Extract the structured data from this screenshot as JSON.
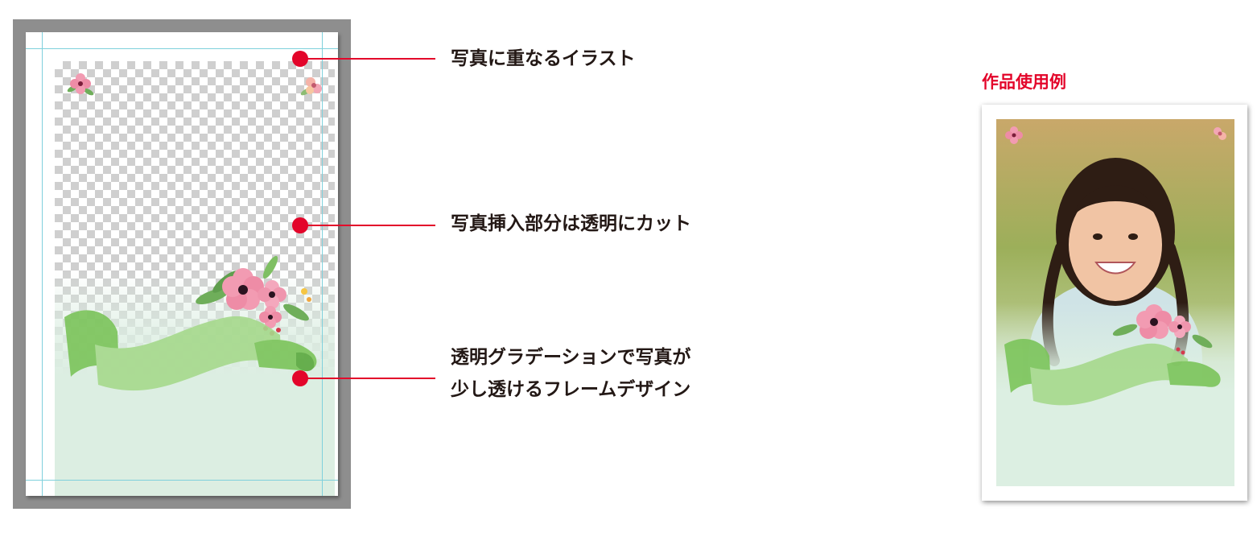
{
  "callouts": [
    {
      "text": "写真に重なるイラスト"
    },
    {
      "text": "写真挿入部分は透明にカット"
    },
    {
      "line1": "透明グラデーションで写真が",
      "line2": "少し透けるフレームデザイン"
    }
  ],
  "example": {
    "title": "作品使用例"
  },
  "colors": {
    "accent": "#e3052a",
    "text": "#231815",
    "guide": "#7fd0dc",
    "mint": "#dcefe2",
    "ribbon": "#7bc45a"
  }
}
